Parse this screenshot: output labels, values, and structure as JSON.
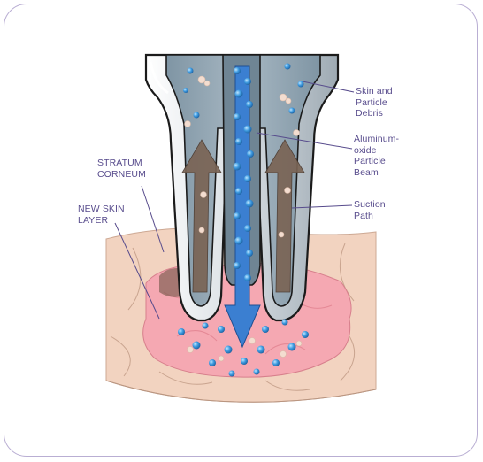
{
  "labels": {
    "skin_debris": "Skin and\nParticle\nDebris",
    "aluminum_beam": "Aluminum-\noxide\nParticle\nBeam",
    "suction_path": "Suction\nPath",
    "stratum_corneum": "STRATUM\nCORNEUM",
    "new_skin_layer": "NEW SKIN\nLAYER"
  },
  "colors": {
    "label_text": "#574b8c",
    "frame_border": "#b9aed3",
    "skin_outer": "#f2d3c0",
    "new_skin": "#f5a8b2",
    "particle": "#3d9ae0",
    "debris": "#f3ddd0",
    "suction_arrow": "#7a6455",
    "beam_arrow": "#3b7fd1",
    "tube_inner": "#8da2b0"
  }
}
